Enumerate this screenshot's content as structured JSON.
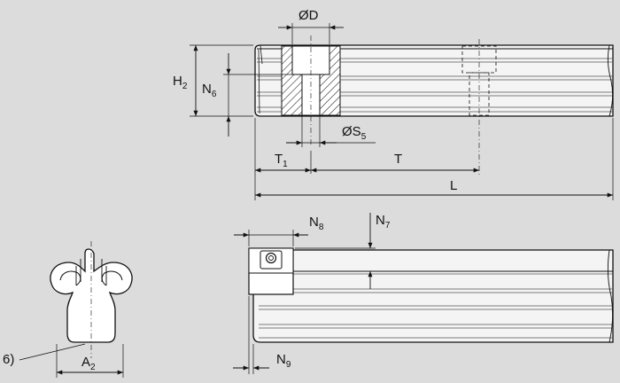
{
  "labels": {
    "d": "ØD",
    "h2": "H",
    "h2_sub": "2",
    "n6": "N",
    "n6_sub": "6",
    "s5": "ØS",
    "s5_sub": "5",
    "t1": "T",
    "t1_sub": "1",
    "t": "T",
    "l": "L",
    "n8": "N",
    "n8_sub": "8",
    "n7": "N",
    "n7_sub": "7",
    "n9": "N",
    "n9_sub": "9",
    "a2": "A",
    "a2_sub": "2",
    "ref": "6)"
  },
  "colors": {
    "background": "#dcdcdc",
    "line": "#111111",
    "part_fill": "#ffffff",
    "rail_fill": "#f2f2f2"
  }
}
